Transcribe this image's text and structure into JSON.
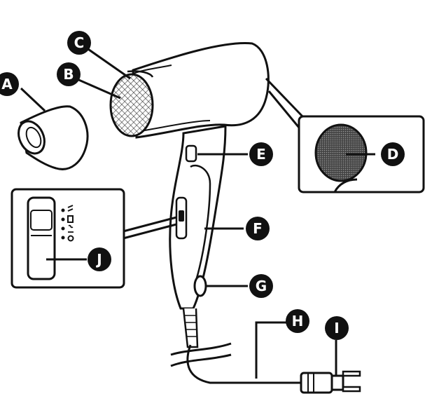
{
  "callouts": {
    "A": "A",
    "B": "B",
    "C": "C",
    "D": "D",
    "E": "E",
    "F": "F",
    "G": "G",
    "H": "H",
    "I": "I",
    "J": "J"
  },
  "colors": {
    "ink": "#111111",
    "grille": "#555555",
    "paper": "#ffffff"
  }
}
